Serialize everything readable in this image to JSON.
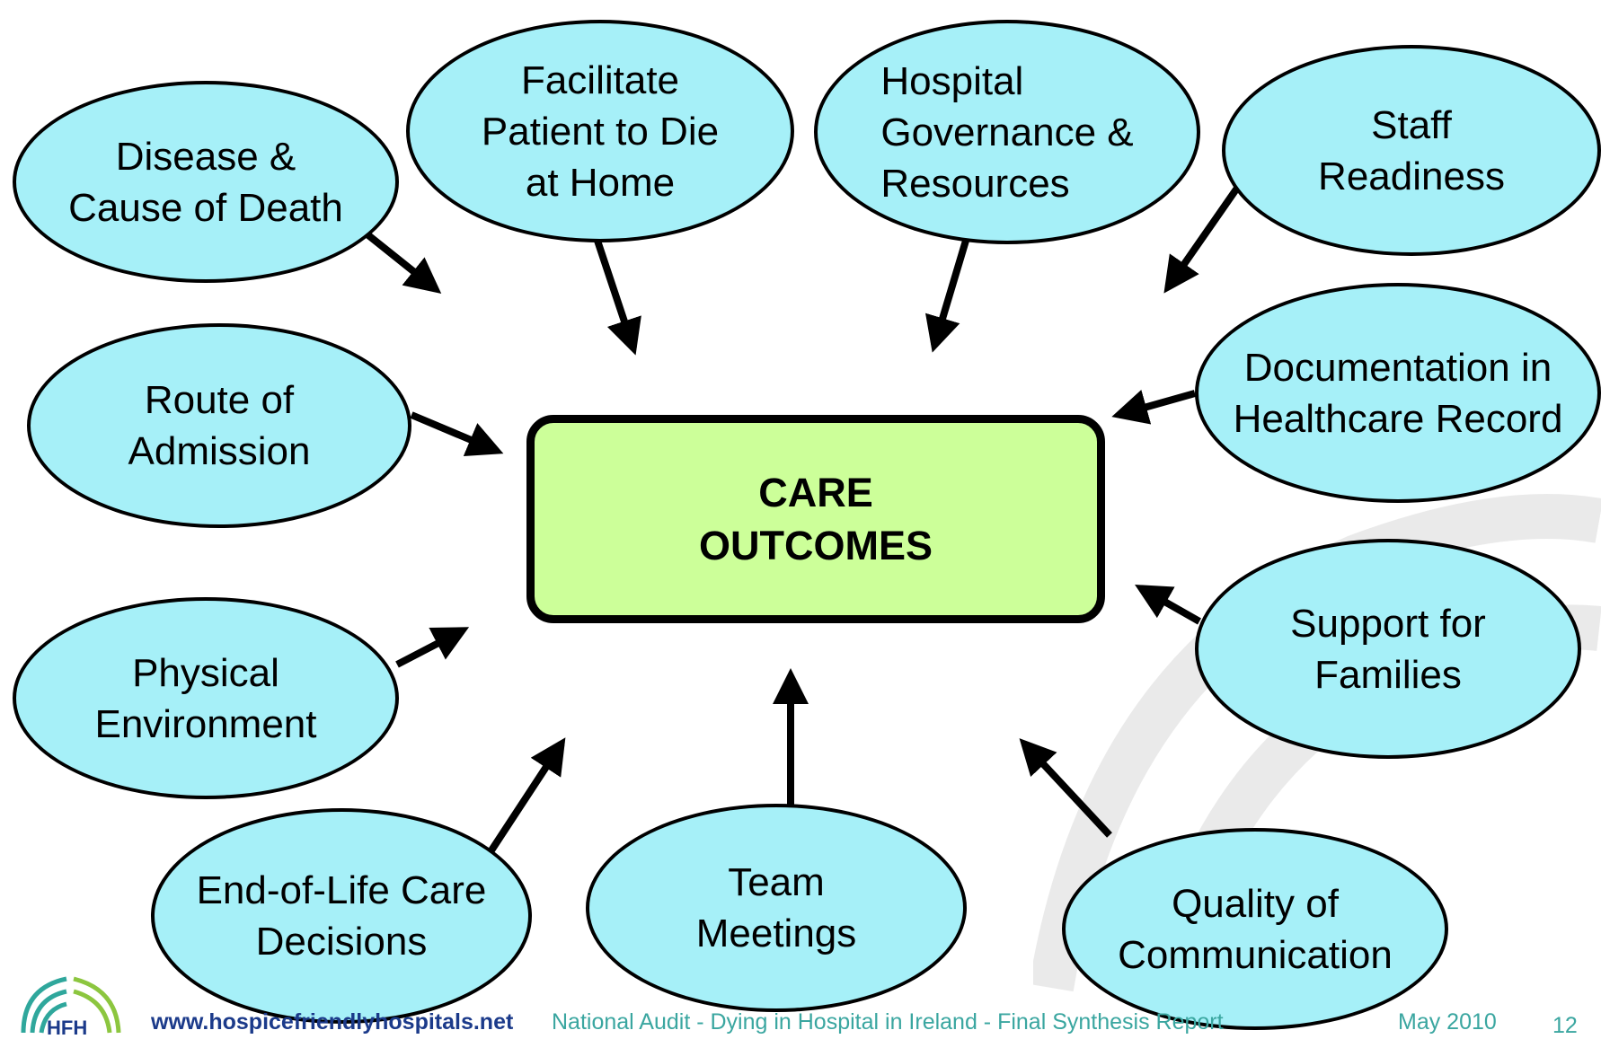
{
  "center": {
    "label": "CARE\nOUTCOMES"
  },
  "nodes": {
    "disease": "Disease &\nCause of Death",
    "facilitate": "Facilitate\nPatient to Die\nat Home",
    "governance": "Hospital\nGovernance &\nResources",
    "staff": "Staff\nReadiness",
    "route": "Route of\nAdmission",
    "documentation": "Documentation in\nHealthcare Record",
    "physical": "Physical\nEnvironment",
    "support": "Support for\nFamilies",
    "endoflife": "End-of-Life Care\nDecisions",
    "team": "Team\nMeetings",
    "communication": "Quality of\nCommunication"
  },
  "footer": {
    "url": "www.hospicefriendlyhospitals.net",
    "title": "National Audit - Dying in Hospital in Ireland - Final Synthesis Report",
    "date": "May 2010",
    "page": "12",
    "logo_text": "HFH"
  },
  "colors": {
    "ellipse_fill": "#a6f0f8",
    "center_fill": "#ccff99",
    "footer_url": "#1b3a8a",
    "footer_text": "#3aa6a0"
  }
}
